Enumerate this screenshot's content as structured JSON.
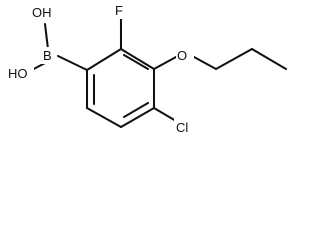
{
  "molecule": {
    "labels": {
      "hydroxyl_top": "OH",
      "hydroxyl_bottom": "HO",
      "boron": "B",
      "fluorine": "F",
      "oxygen": "O",
      "chlorine": "Cl"
    }
  }
}
